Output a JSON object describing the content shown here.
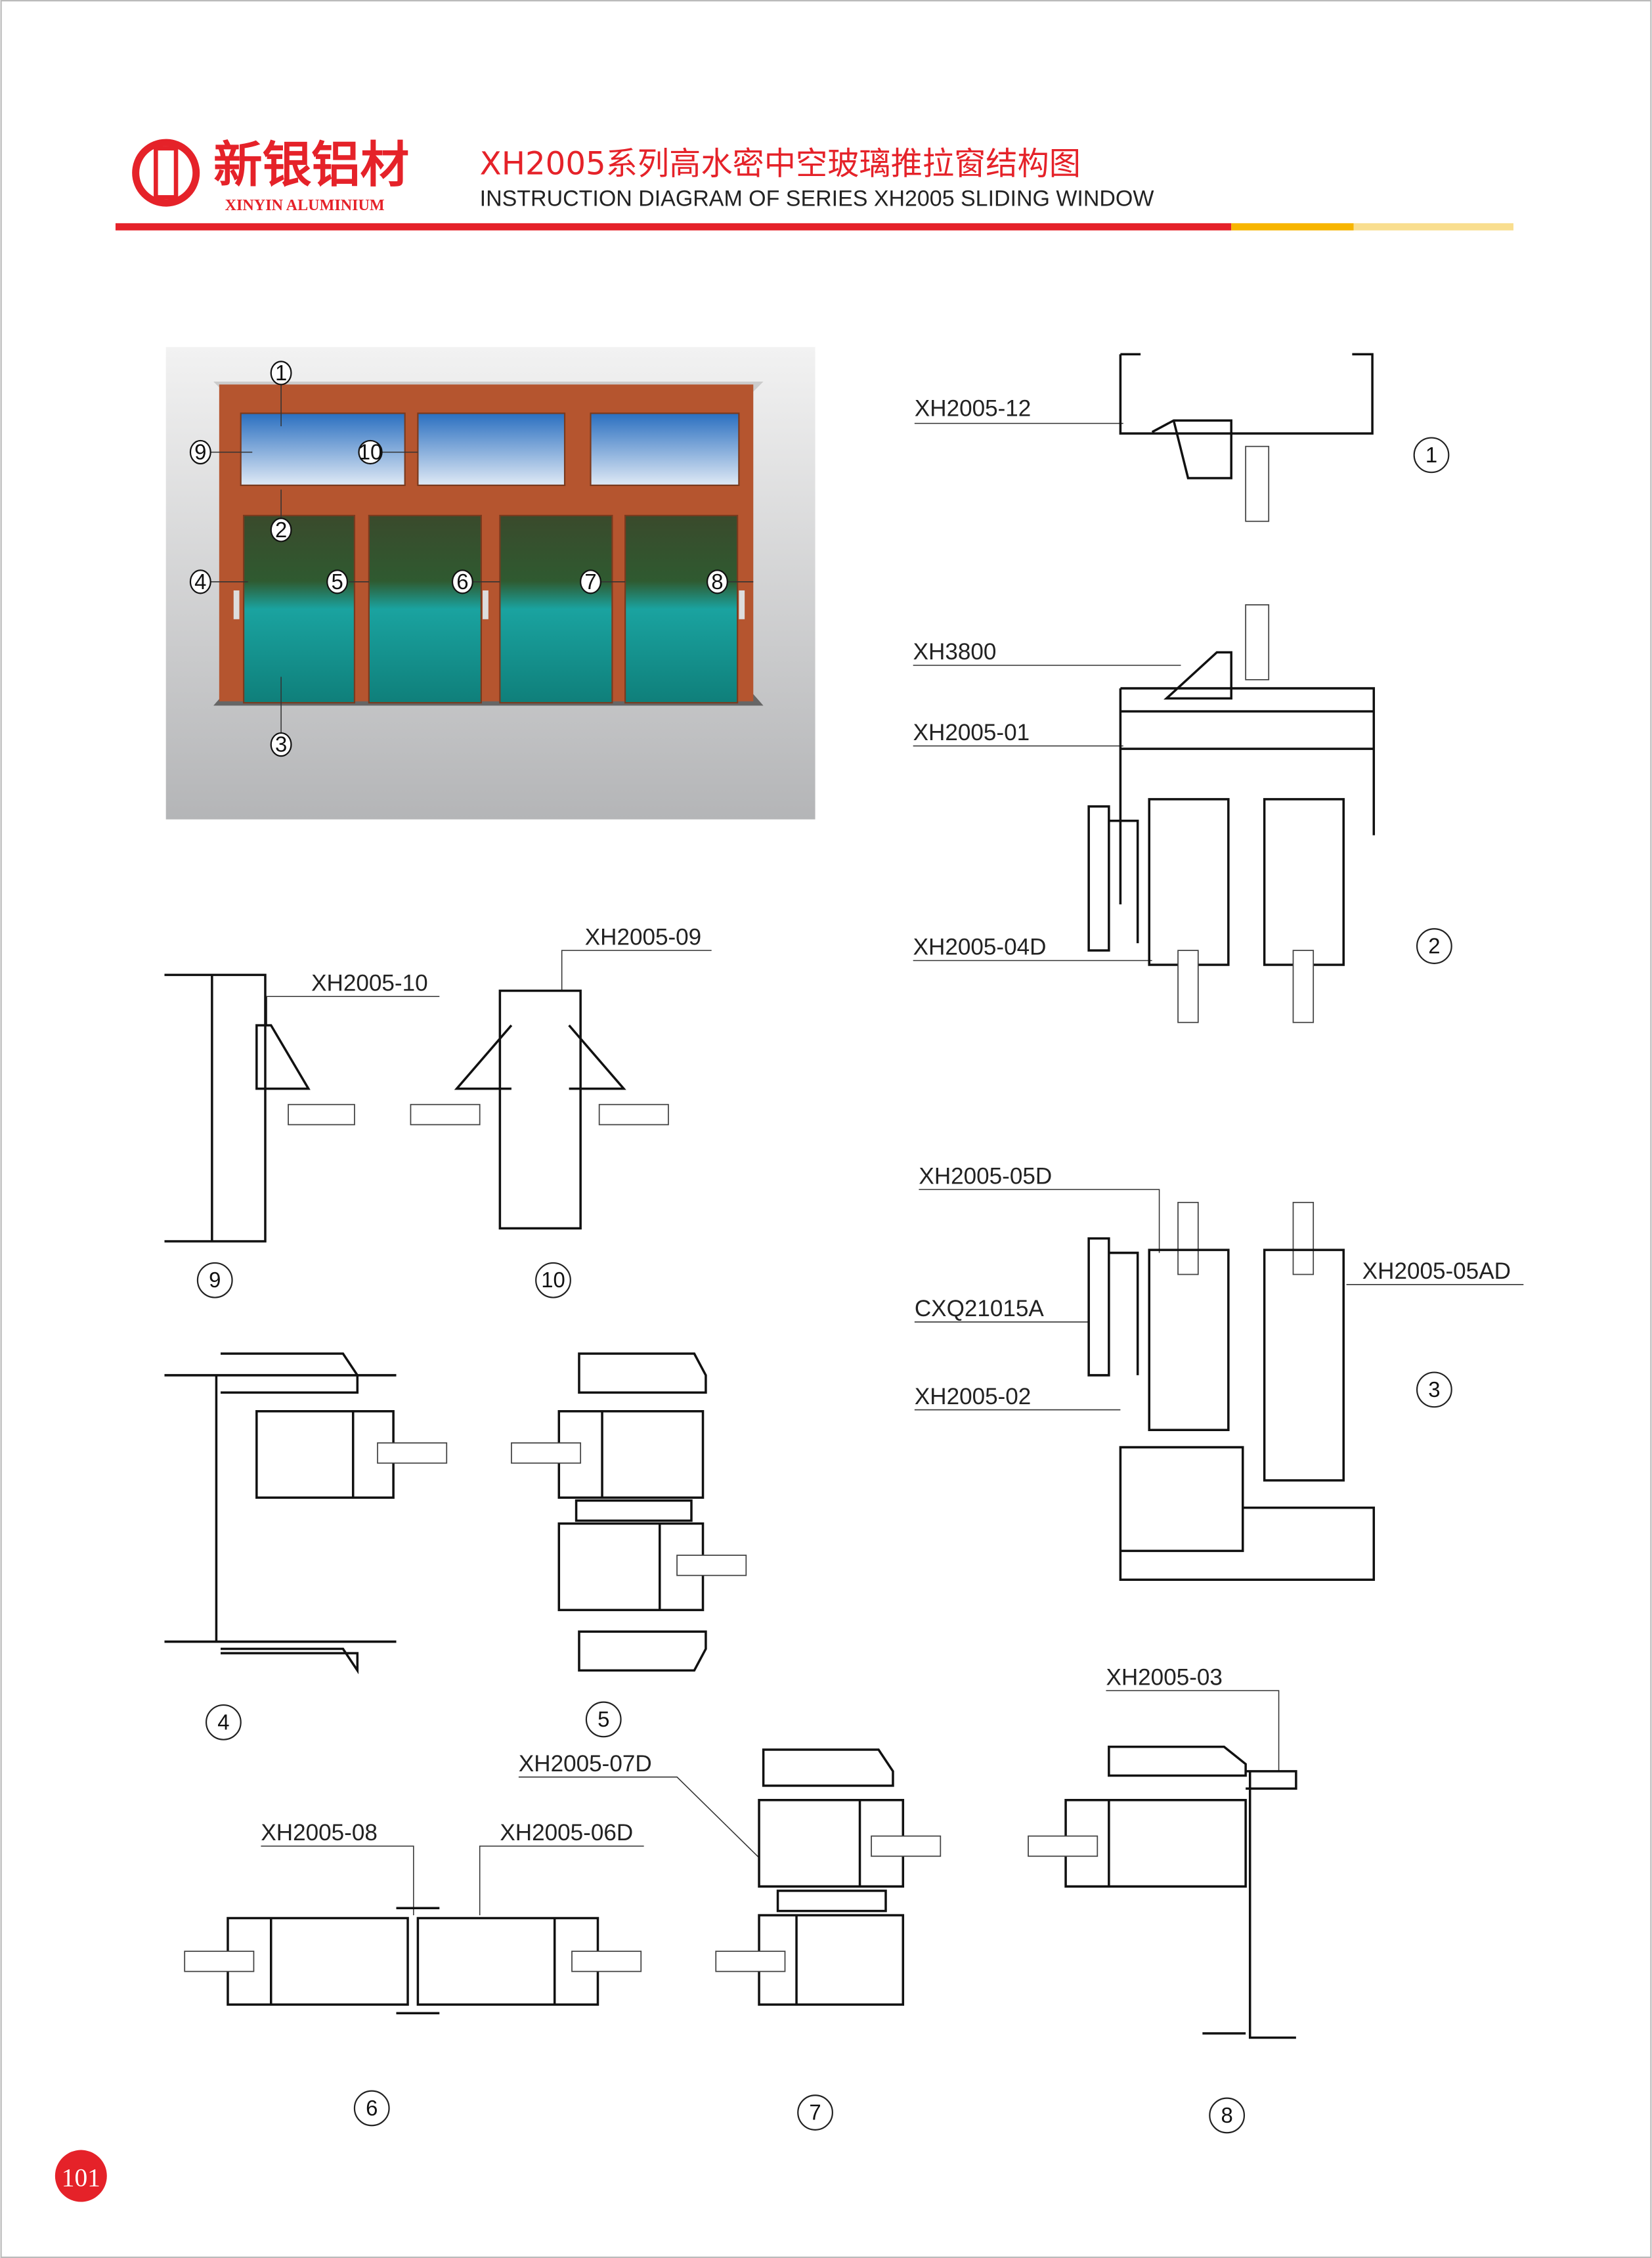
{
  "header": {
    "brand_cn": "新银铝材",
    "brand_en": "XINYIN ALUMINIUM",
    "title_cn": "XH2005系列高水密中空玻璃推拉窗结构图",
    "title_en": "INSTRUCTION DIAGRAM OF SERIES XH2005 SLIDING WINDOW",
    "colors": {
      "red": "#e52229",
      "yellow": "#f7b500"
    }
  },
  "photo": {
    "callouts": [
      "1",
      "2",
      "3",
      "4",
      "5",
      "6",
      "7",
      "8",
      "9",
      "10"
    ]
  },
  "sections": {
    "s1": {
      "num": "1",
      "labels": [
        "XH2005-12"
      ]
    },
    "s2": {
      "num": "2",
      "labels": [
        "XH3800",
        "XH2005-01",
        "XH2005-04D"
      ]
    },
    "s3": {
      "num": "3",
      "labels": [
        "XH2005-05D",
        "CXQ21015A",
        "XH2005-02",
        "XH2005-05AD"
      ]
    },
    "s9": {
      "num": "9",
      "labels": [
        "XH2005-10"
      ]
    },
    "s10": {
      "num": "10",
      "labels": [
        "XH2005-09"
      ]
    },
    "s4": {
      "num": "4"
    },
    "s5": {
      "num": "5"
    },
    "s6": {
      "num": "6",
      "labels": [
        "XH2005-08",
        "XH2005-06D"
      ]
    },
    "s7": {
      "num": "7",
      "labels": [
        "XH2005-07D"
      ]
    },
    "s8": {
      "num": "8",
      "labels": [
        "XH2005-03"
      ]
    }
  },
  "page_number": "101"
}
